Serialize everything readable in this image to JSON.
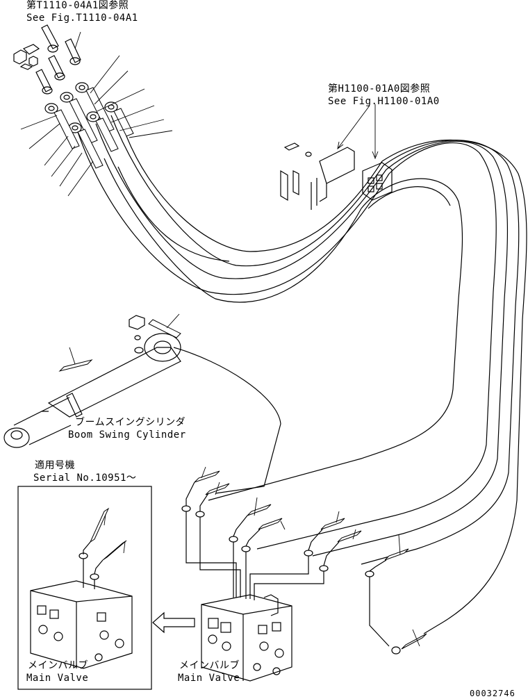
{
  "refs": {
    "top_left_jp": "第T1110-04A1図参照",
    "top_left_en": "See Fig.T1110-04A1",
    "top_right_jp": "第H1100-01A0図参照",
    "top_right_en": "See Fig.H1100-01A0"
  },
  "cylinder": {
    "jp": "ブームスイングシリンダ",
    "en": "Boom Swing Cylinder"
  },
  "serial": {
    "jp": "適用号機",
    "en": "Serial No.10951～"
  },
  "main_valve_left": {
    "jp": "メインバルブ",
    "en": "Main Valve"
  },
  "main_valve_right": {
    "jp": "メインバルブ",
    "en": "Main Valve"
  },
  "drawing_number": "00032746"
}
